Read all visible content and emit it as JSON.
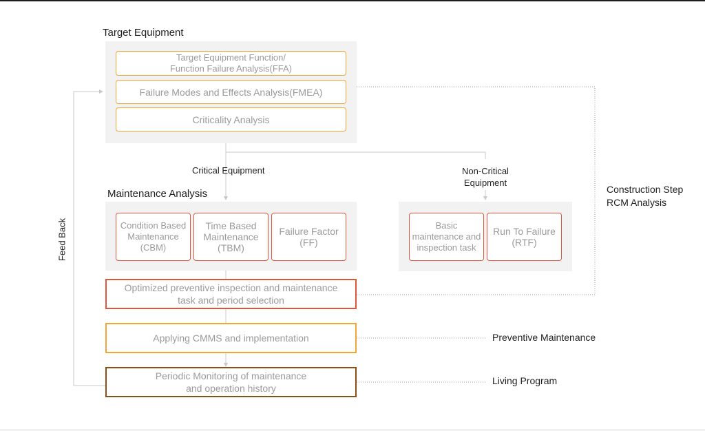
{
  "headings": {
    "target_equipment": "Target Equipment",
    "maintenance_analysis": "Maintenance Analysis"
  },
  "target_boxes": {
    "ffa": "Target Equipment Function/\nFunction Failure Analysis(FFA)",
    "fmea": "Failure Modes and Effects Analysis(FMEA)",
    "criticality": "Criticality Analysis"
  },
  "branch_labels": {
    "critical": "Critical Equipment",
    "non_critical": "Non-Critical\nEquipment"
  },
  "maintenance_boxes": {
    "cbm": "Condition Based\nMaintenance\n(CBM)",
    "tbm": "Time Based\nMaintenance\n(TBM)",
    "ff": "Failure Factor\n(FF)"
  },
  "non_critical_boxes": {
    "basic": "Basic\nmaintenance and\ninspection task",
    "rtf": "Run To Failure\n(RTF)"
  },
  "process_boxes": {
    "optimized": "Optimized preventive inspection and maintenance\ntask and period selection",
    "cmms": "Applying CMMS and implementation",
    "monitoring": "Periodic Monitoring of maintenance\nand operation history"
  },
  "side_labels": {
    "construction": "Construction Step\nRCM Analysis",
    "preventive": "Preventive Maintenance",
    "living": "Living Program",
    "feedback": "Feed Back"
  },
  "colors": {
    "orange": "#f0a535",
    "red": "#e0553a",
    "brown": "#8a4f12",
    "panel": "#f2f2f2",
    "connector": "#c8c8c8"
  }
}
